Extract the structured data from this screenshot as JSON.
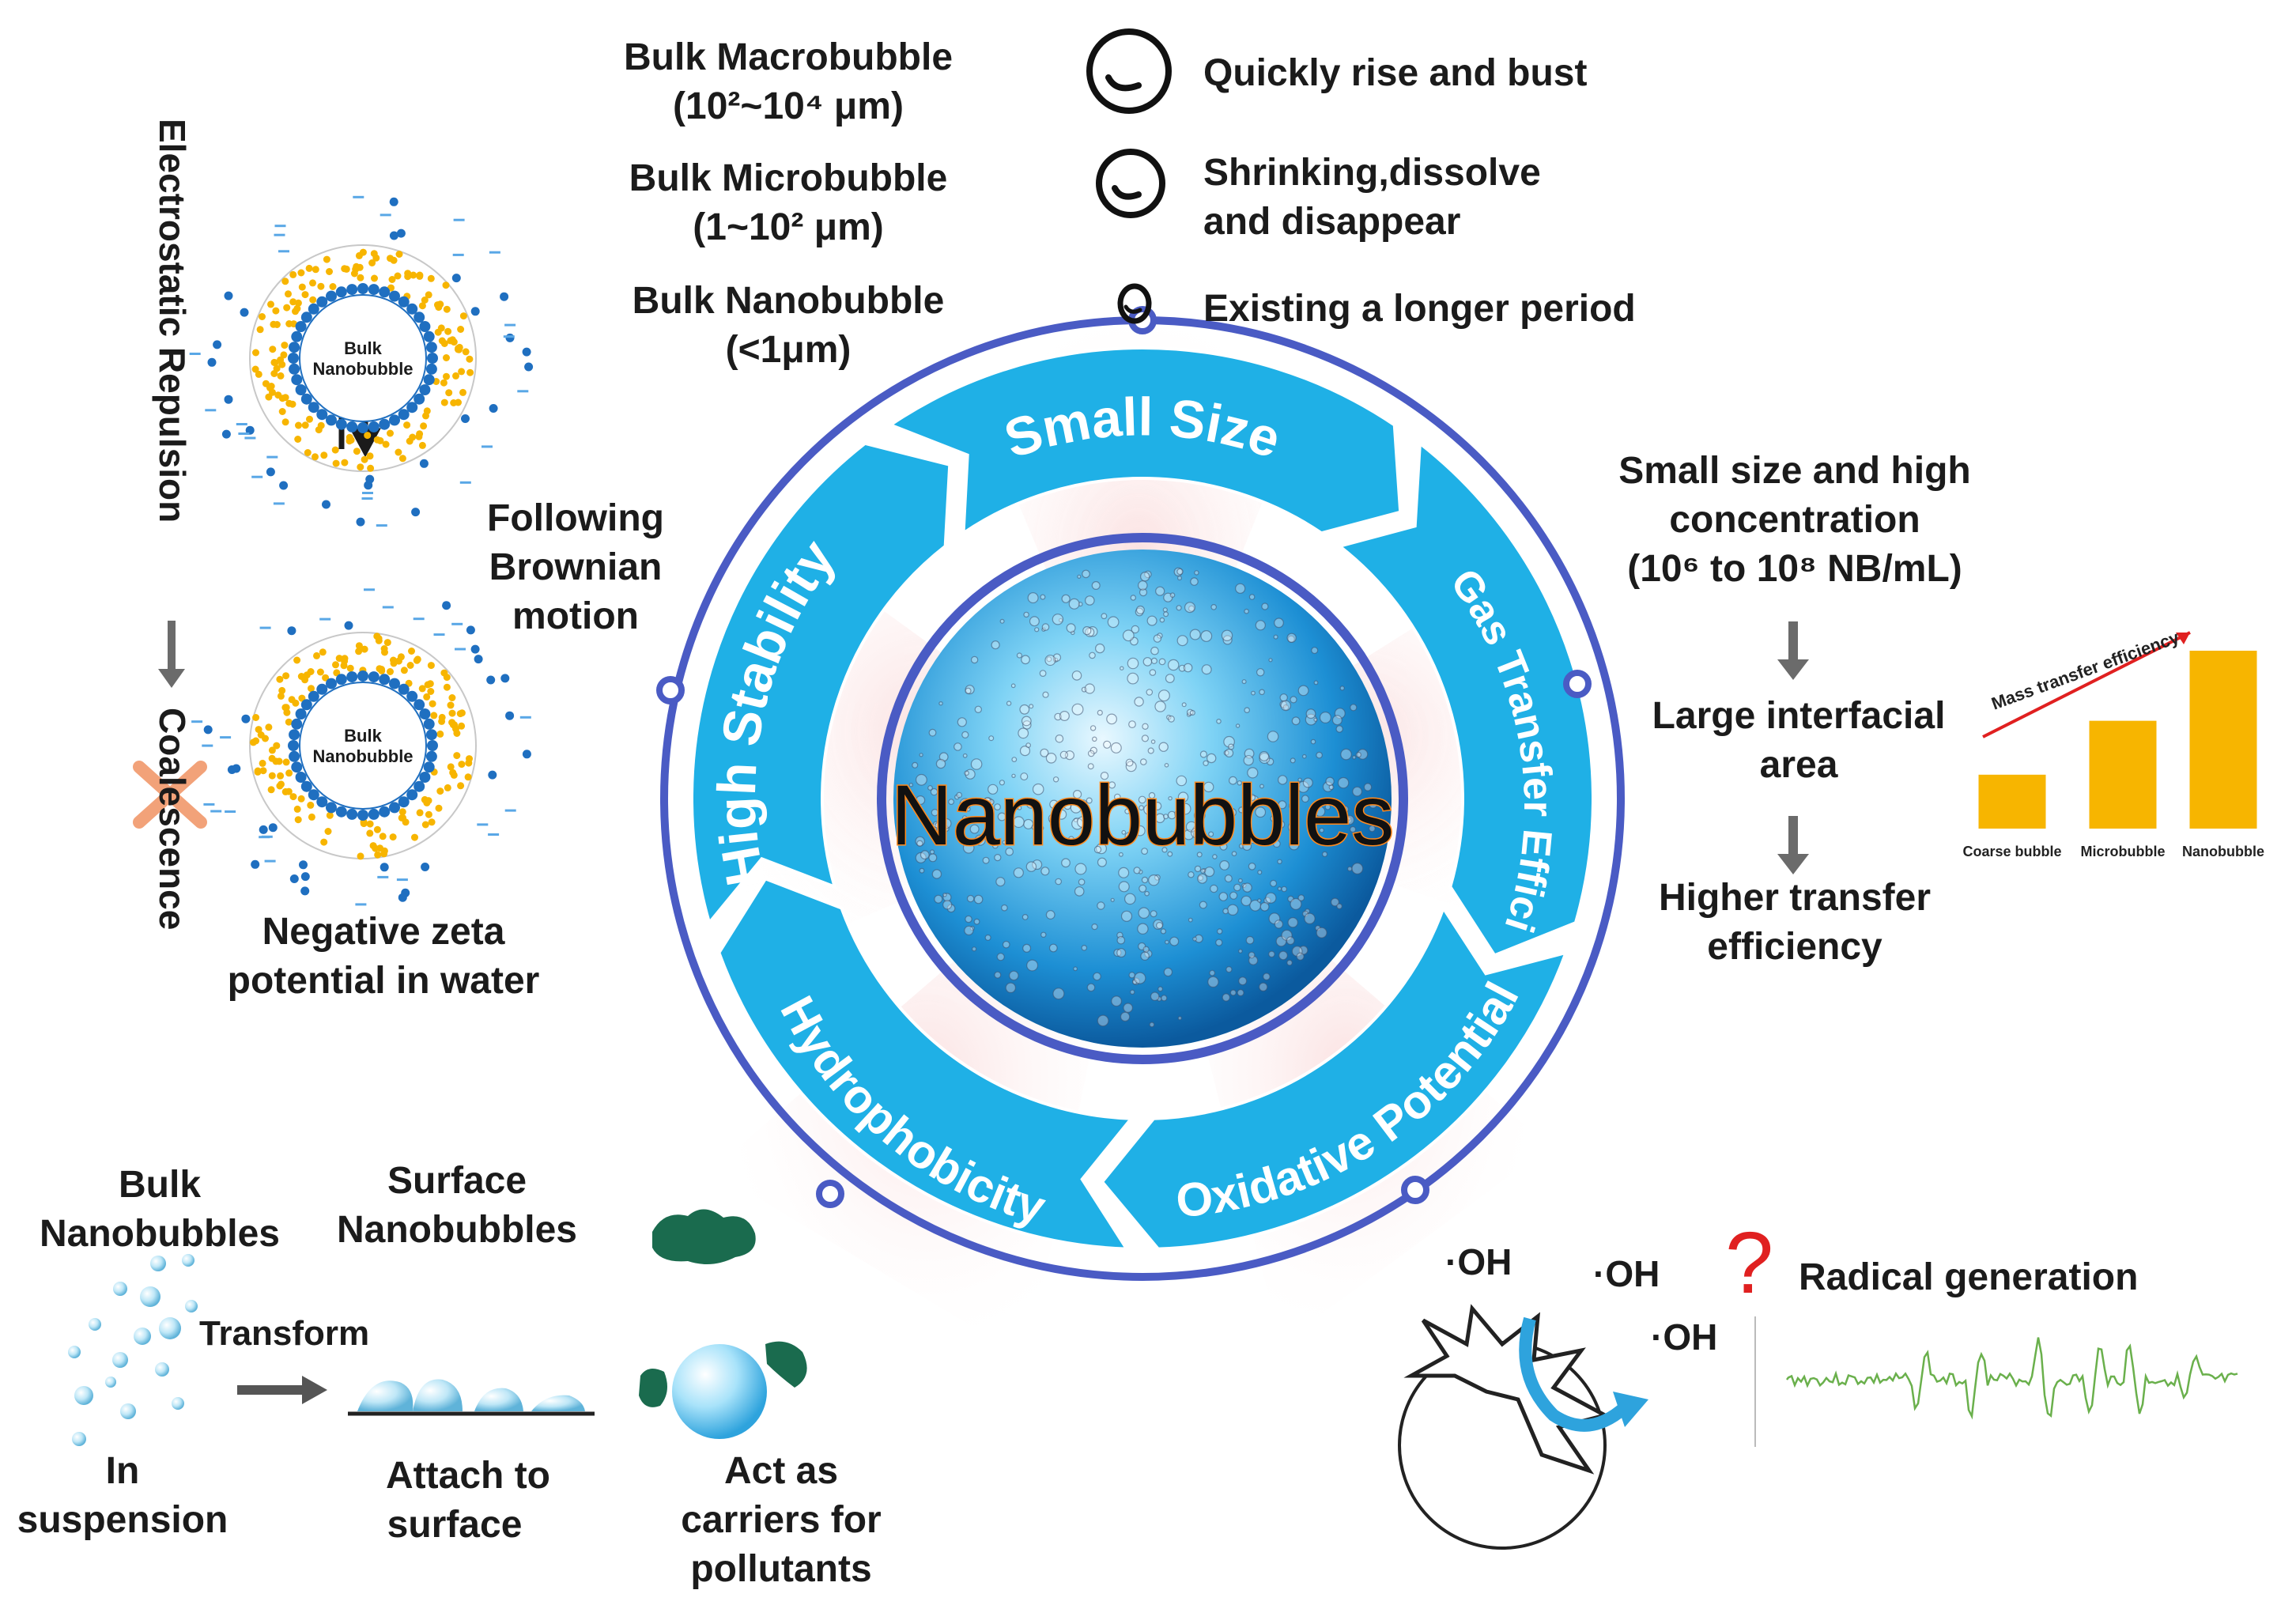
{
  "center": {
    "title": "Nanobubbles",
    "ring_labels": [
      "Small Size",
      "High Gas Transfer Efficiency",
      "Oxidative Potential",
      "Hydrophobicity",
      "High Stability"
    ]
  },
  "size_panel": {
    "rows": [
      {
        "name": "Bulk Macrobubble",
        "range": "(10²~10⁴ μm)",
        "behavior": "Quickly rise and bust"
      },
      {
        "name": "Bulk Microbubble",
        "range": "(1~10² μm)",
        "behavior_lines": [
          "Shrinking,dissolve",
          "and disappear"
        ]
      },
      {
        "name": "Bulk Nanobubble",
        "range": "(<1μm)",
        "behavior": "Existing a longer period"
      }
    ]
  },
  "stability_panel": {
    "vertical_left": "Electrostatic Repulsion",
    "vertical_bottom": "Coalescence",
    "bubble_label_line1": "Bulk",
    "bubble_label_line2": "Nanobubble",
    "brownian": [
      "Following",
      "Brownian",
      "motion"
    ],
    "zeta": [
      "Negative zeta",
      "potential in water"
    ]
  },
  "gas_transfer_panel": {
    "lines": [
      "Small size and high",
      "concentration",
      "(10⁶ to 10⁸ NB/mL)"
    ],
    "step2": [
      "Large interfacial",
      "area"
    ],
    "step3": [
      "Higher transfer",
      "efficiency"
    ],
    "mini_chart": {
      "trend_label": "Mass transfer efficiency",
      "categories": [
        "Coarse bubble",
        "Microbubble",
        "Nanobubble"
      ],
      "values": [
        1,
        2,
        3.3
      ],
      "bar_color": "#f7b500"
    }
  },
  "hydrophobicity_panel": {
    "bulk": [
      "Bulk",
      "Nanobubbles"
    ],
    "surface": [
      "Surface",
      "Nanobubbles"
    ],
    "transform": "Transform",
    "suspension": [
      "In",
      "suspension"
    ],
    "attach": [
      "Attach to",
      "surface"
    ],
    "carriers": [
      "Act as",
      "carriers for",
      "pollutants"
    ]
  },
  "oxidative_panel": {
    "radicals": [
      "·OH",
      "·OH",
      "·OH"
    ],
    "question": "?",
    "radical_generation": "Radical generation"
  },
  "colors": {
    "ring": "#1fb0e6",
    "outer_circle": "#4a5bc4",
    "accent_yellow": "#f7b500",
    "pollutant_green": "#1a6b4e",
    "signal_green": "#6ab04c",
    "question_red": "#e02020"
  }
}
